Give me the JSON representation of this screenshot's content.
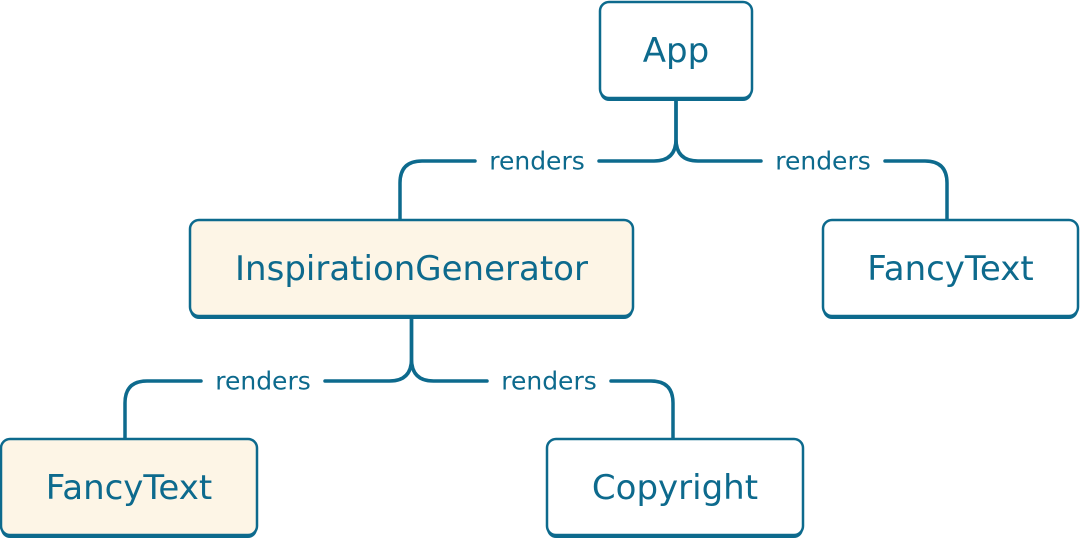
{
  "colors": {
    "stroke": "#0d6a8d",
    "text": "#0d6a8d",
    "default_fill": "#ffffff",
    "highlight_fill": "#fdf5e6"
  },
  "nodes": [
    {
      "id": "app",
      "label": "App",
      "highlight": false
    },
    {
      "id": "inspiration-generator",
      "label": "InspirationGenerator",
      "highlight": true
    },
    {
      "id": "fancytext-right",
      "label": "FancyText",
      "highlight": false
    },
    {
      "id": "fancytext-left",
      "label": "FancyText",
      "highlight": true
    },
    {
      "id": "copyright",
      "label": "Copyright",
      "highlight": false
    }
  ],
  "edges": [
    {
      "from": "app",
      "to": "inspiration-generator",
      "label": "renders"
    },
    {
      "from": "app",
      "to": "fancytext-right",
      "label": "renders"
    },
    {
      "from": "inspiration-generator",
      "to": "fancytext-left",
      "label": "renders"
    },
    {
      "from": "inspiration-generator",
      "to": "copyright",
      "label": "renders"
    }
  ]
}
